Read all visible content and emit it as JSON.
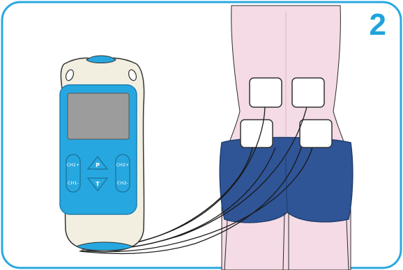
{
  "step": {
    "number": "2"
  },
  "device": {
    "up_button_label": "P",
    "down_button_label": "T",
    "ch1_plus_label": "CH1+",
    "ch1_minus_label": "CH1-",
    "ch2_plus_label": "CH2+",
    "ch2_minus_label": "CH2-"
  },
  "colors": {
    "frame_blue": "#29a8e0",
    "number_blue": "#1fa3dc",
    "skin_pink": "#f4dbe5",
    "shorts_blue": "#2f5597",
    "device_shell": "#f2efe0",
    "device_face": "#27a7df",
    "screen_gray": "#9c9c9c",
    "pad_white": "#ffffff",
    "wire_black": "#1a1a1a"
  },
  "icons": {
    "step_badge": "step-number",
    "device": "tens-unit-icon",
    "body": "lower-back-figure",
    "electrode": "electrode-pad-icon"
  }
}
